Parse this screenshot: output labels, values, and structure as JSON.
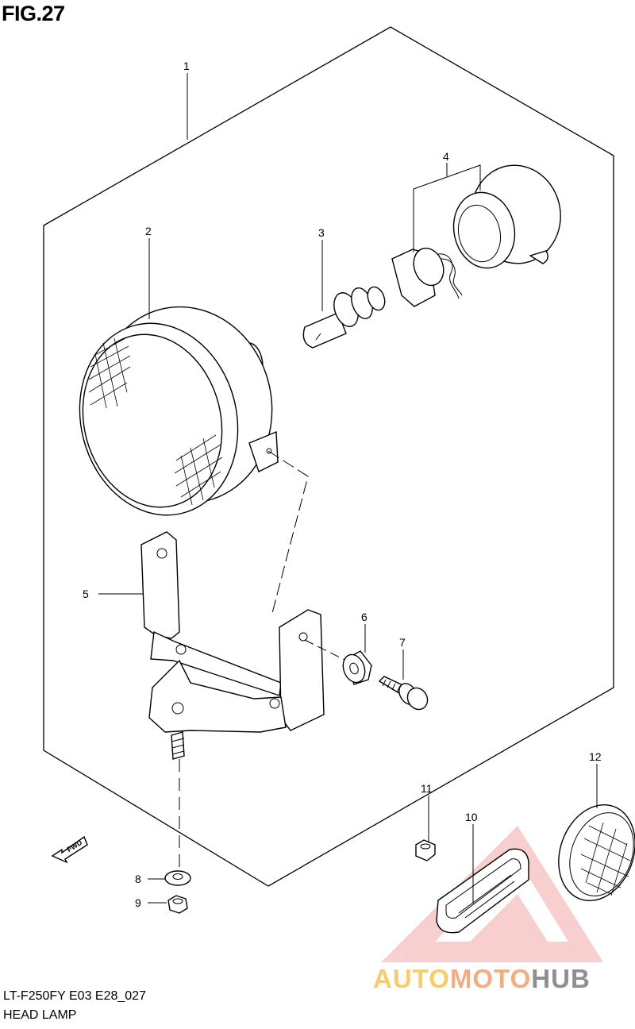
{
  "figure": {
    "title": "FIG.27",
    "model_code": "LT-F250FY E03 E28_027",
    "assembly_name": "HEAD LAMP",
    "fwd_label": "FWD"
  },
  "callouts": [
    {
      "id": "1",
      "label": "1"
    },
    {
      "id": "2",
      "label": "2"
    },
    {
      "id": "3",
      "label": "3"
    },
    {
      "id": "4",
      "label": "4"
    },
    {
      "id": "5",
      "label": "5"
    },
    {
      "id": "6",
      "label": "6"
    },
    {
      "id": "7",
      "label": "7"
    },
    {
      "id": "8",
      "label": "8"
    },
    {
      "id": "9",
      "label": "9"
    },
    {
      "id": "10",
      "label": "10"
    },
    {
      "id": "11",
      "label": "11"
    },
    {
      "id": "12",
      "label": "12"
    }
  ],
  "watermark": {
    "part_a": "AUTO",
    "part_b": "MOTO",
    "part_c": "HUB",
    "colors": {
      "triangle": "#f2a9a9",
      "auto": "#f6c44f",
      "moto": "#f0a06a",
      "hub": "#7c7c7c"
    }
  }
}
